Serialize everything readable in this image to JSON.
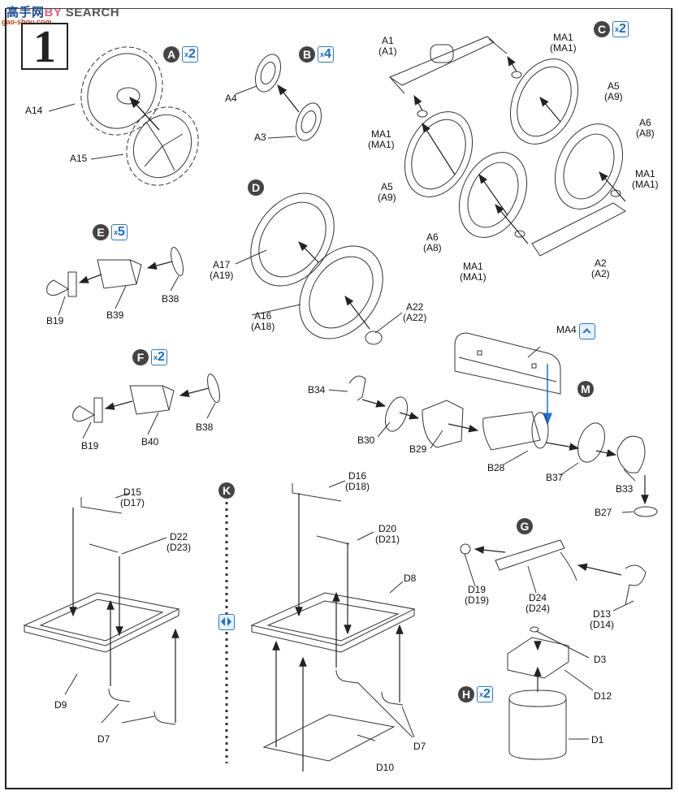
{
  "watermark": {
    "cn_text": "高手网",
    "hobby_text": "BY",
    "search_text": "SEARCH",
    "url": "gao-shou.com"
  },
  "step_number": "1",
  "colors": {
    "badge_fill": "#444444",
    "multiplier_blue": "#1a6ad0",
    "arrow_blue": "#1f6fd6",
    "line": "#222222"
  },
  "subassemblies": [
    {
      "id": "A",
      "multiplier": "2",
      "parts": [
        "A14",
        "A15"
      ]
    },
    {
      "id": "B",
      "multiplier": "4",
      "parts": [
        "A4",
        "A3"
      ]
    },
    {
      "id": "C",
      "multiplier": "2",
      "parts": [
        "A1 (A1)",
        "MA1 (MA1)",
        "A5 (A9)",
        "A6 (A8)",
        "A2 (A2)"
      ]
    },
    {
      "id": "D",
      "multiplier": "",
      "parts": [
        "A17 (A19)",
        "A16 (A18)",
        "A22 (A22)"
      ]
    },
    {
      "id": "E",
      "multiplier": "5",
      "parts": [
        "B19",
        "B39",
        "B38"
      ]
    },
    {
      "id": "F",
      "multiplier": "2",
      "parts": [
        "B19",
        "B40",
        "B38"
      ]
    },
    {
      "id": "M",
      "multiplier": "",
      "parts": [
        "MA4",
        "B34",
        "B30",
        "B29",
        "B28",
        "B37",
        "B33",
        "B27"
      ]
    },
    {
      "id": "G",
      "multiplier": "",
      "parts": [
        "D19 (D19)",
        "D24 (D24)",
        "D13 (D14)"
      ]
    },
    {
      "id": "H",
      "multiplier": "2",
      "parts": [
        "D3",
        "D12",
        "D1"
      ]
    },
    {
      "id": "K",
      "multiplier": "",
      "parts": [
        "D15 (D17)",
        "D22 (D23)",
        "D9",
        "D7",
        "D16 (D18)",
        "D20 (D21)",
        "D8",
        "D10"
      ]
    }
  ],
  "icons": {
    "ma4_icon": "photo-etch-up-icon",
    "k_icon": "mirror-swap-icon"
  },
  "labels": {
    "a14": "A14",
    "a15": "A15",
    "a4": "A4",
    "a3": "A3",
    "c_a1": "A1",
    "c_a1p": "(A1)",
    "c_ma1a": "MA1",
    "c_ma1ap": "(MA1)",
    "c_ma1b": "MA1",
    "c_ma1bp": "(MA1)",
    "c_ma1c": "MA1",
    "c_ma1cp": "(MA1)",
    "c_ma1d": "MA1",
    "c_ma1dp": "(MA1)",
    "c_a5a": "A5",
    "c_a5ap": "(A9)",
    "c_a5b": "A5",
    "c_a5bp": "(A9)",
    "c_a6a": "A6",
    "c_a6ap": "(A8)",
    "c_a6b": "A6",
    "c_a6bp": "(A8)",
    "c_a2": "A2",
    "c_a2p": "(A2)",
    "d_a17": "A17",
    "d_a17p": "(A19)",
    "d_a16": "A16",
    "d_a16p": "(A18)",
    "d_a22": "A22",
    "d_a22p": "(A22)",
    "e_b19": "B19",
    "e_b39": "B39",
    "e_b38": "B38",
    "f_b19": "B19",
    "f_b40": "B40",
    "f_b38": "B38",
    "m_ma4": "MA4",
    "m_b34": "B34",
    "m_b30": "B30",
    "m_b29": "B29",
    "m_b28": "B28",
    "m_b37": "B37",
    "m_b33": "B33",
    "m_b27": "B27",
    "g_d19": "D19",
    "g_d19p": "(D19)",
    "g_d24": "D24",
    "g_d24p": "(D24)",
    "g_d13": "D13",
    "g_d13p": "(D14)",
    "h_d3": "D3",
    "h_d12": "D12",
    "h_d1": "D1",
    "k_d15": "D15",
    "k_d15p": "(D17)",
    "k_d22": "D22",
    "k_d22p": "(D23)",
    "k_d9": "D9",
    "k_d7a": "D7",
    "k_d16": "D16",
    "k_d16p": "(D18)",
    "k_d20": "D20",
    "k_d20p": "(D21)",
    "k_d8": "D8",
    "k_d7b": "D7",
    "k_d10": "D10"
  }
}
